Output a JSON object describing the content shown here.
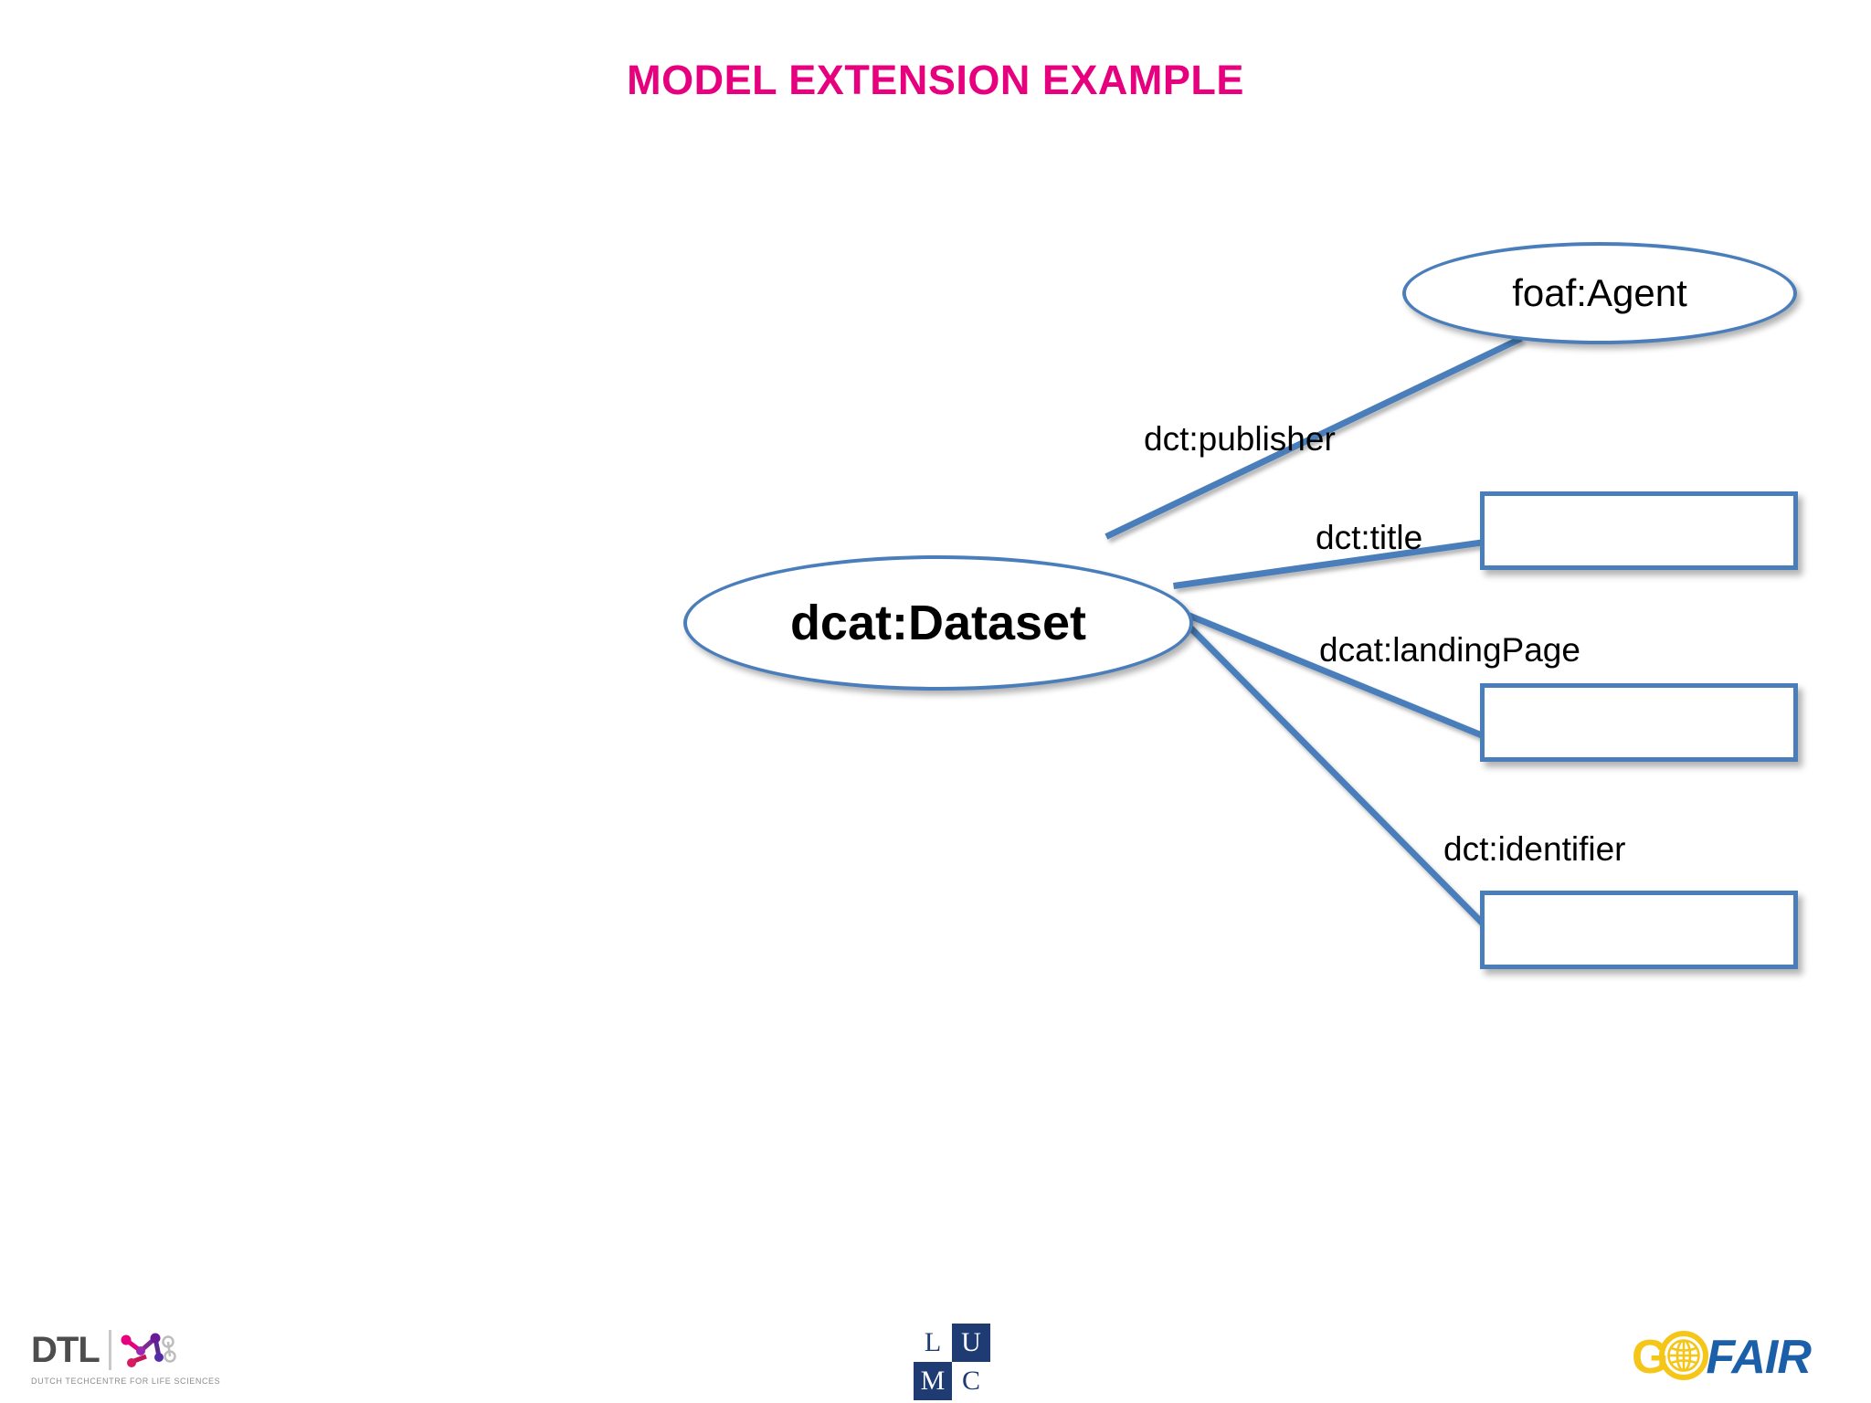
{
  "slide": {
    "title": "MODEL EXTENSION EXAMPLE",
    "title_color": "#E6007E",
    "background": "#ffffff"
  },
  "diagram": {
    "accent_color": "#4A7EBB",
    "nodes": [
      {
        "id": "agent",
        "shape": "ellipse",
        "label": "foaf:Agent",
        "bold": false
      },
      {
        "id": "dataset",
        "shape": "ellipse",
        "label": "dcat:Dataset",
        "bold": true
      },
      {
        "id": "rect-title",
        "shape": "rectangle",
        "label": ""
      },
      {
        "id": "rect-landingpage",
        "shape": "rectangle",
        "label": ""
      },
      {
        "id": "rect-identifier",
        "shape": "rectangle",
        "label": ""
      }
    ],
    "edges": [
      {
        "id": "publisher",
        "label": "dct:publisher",
        "from": "dataset",
        "to": "agent"
      },
      {
        "id": "title",
        "label": "dct:title",
        "from": "dataset",
        "to": "rect-title"
      },
      {
        "id": "landingpage",
        "label": "dcat:landingPage",
        "from": "dataset",
        "to": "rect-landingpage"
      },
      {
        "id": "identifier",
        "label": "dct:identifier",
        "from": "dataset",
        "to": "rect-identifier"
      }
    ]
  },
  "footer": {
    "dtl": {
      "word": "DTL",
      "tagline": "DUTCH TECHCENTRE FOR LIFE SCIENCES"
    },
    "lumc": {
      "letters": [
        "L",
        "U",
        "M",
        "C"
      ]
    },
    "gofair": {
      "go": "G",
      "fair": "FAIR",
      "go_color": "#F5C518",
      "fair_color": "#1B5FA8"
    }
  }
}
